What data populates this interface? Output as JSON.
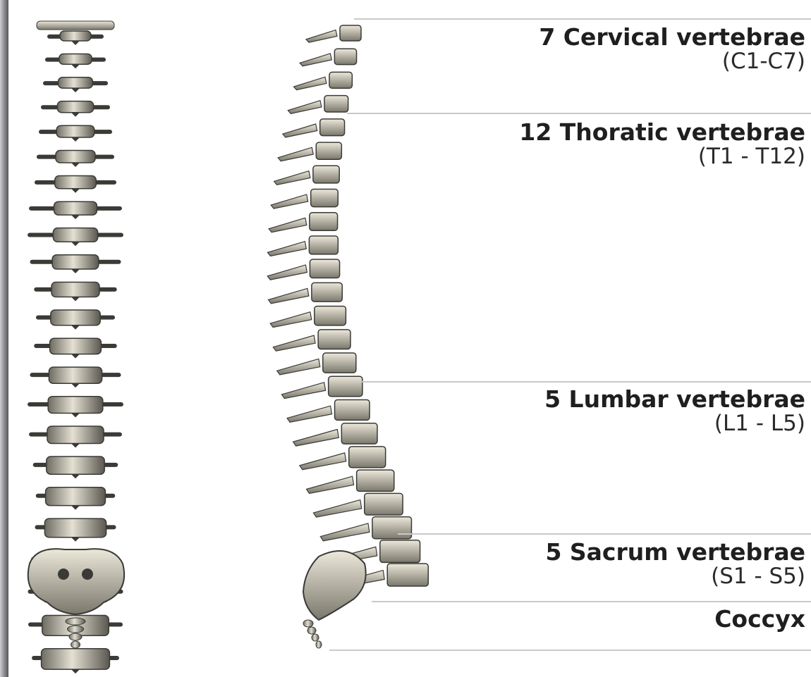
{
  "regions": [
    {
      "name": "7 Cervical vertebrae",
      "range": "(C1-C7)"
    },
    {
      "name": "12 Thoratic vertebrae",
      "range": "(T1 - T12)"
    },
    {
      "name": "5 Lumbar vertebrae",
      "range": "(L1 - L5)"
    },
    {
      "name": "5 Sacrum vertebrae",
      "range": "(S1 - S5)"
    },
    {
      "name": "Coccyx",
      "range": ""
    }
  ],
  "colors": {
    "bone": "#d8d4c6",
    "bone_shadow": "#3a3a36",
    "divider": "#c9c9c9"
  }
}
